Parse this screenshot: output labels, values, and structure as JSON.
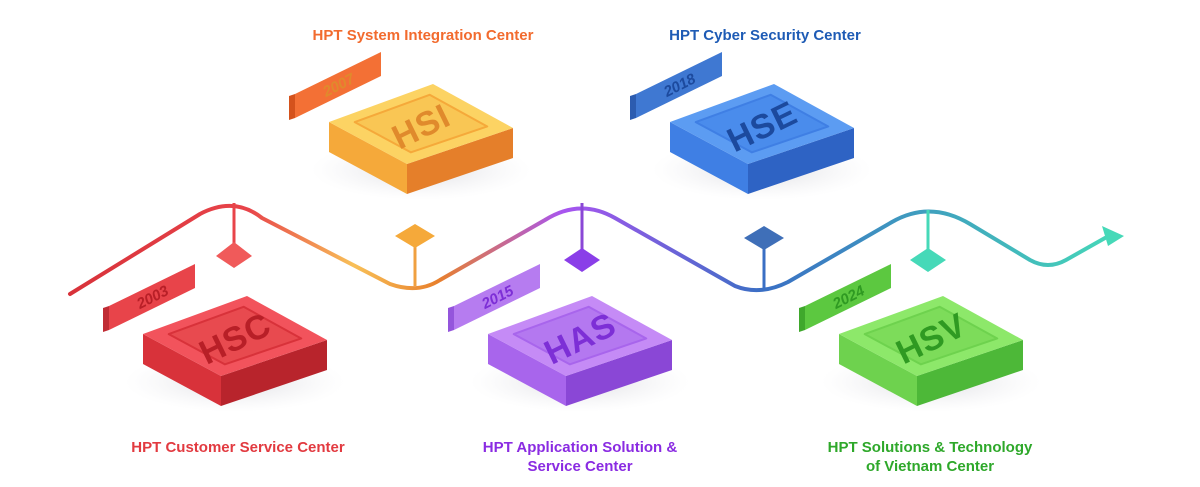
{
  "centers": [
    {
      "id": "hsc",
      "code": "HSC",
      "year": "2003",
      "name_lines": [
        "HPT Customer Service Center"
      ],
      "colors": {
        "top": "#f2535c",
        "top_inner": "#e84a4f",
        "front": "#d8323a",
        "side": "#b8242c",
        "tag": "#e8444a",
        "tag_side": "#c02c34",
        "text": "#b81f27",
        "label": "#e23a40"
      }
    },
    {
      "id": "hsi",
      "code": "HSI",
      "year": "2007",
      "name_lines": [
        "HPT System Integration Center"
      ],
      "colors": {
        "top": "#fcd363",
        "top_inner": "#f9c654",
        "front": "#f5a93a",
        "side": "#e57f2a",
        "tag": "#f37035",
        "tag_side": "#d4521c",
        "text": "#e08a2c",
        "label": "#f26b2e"
      }
    },
    {
      "id": "has",
      "code": "HAS",
      "year": "2015",
      "name_lines": [
        "HPT Application Solution &",
        "Service Center"
      ],
      "colors": {
        "top": "#c58bf6",
        "top_inner": "#b478f0",
        "front": "#a865ec",
        "side": "#8a47d6",
        "tag": "#b67cf0",
        "tag_side": "#9455dc",
        "text": "#7d2fd6",
        "label": "#8a2be2"
      }
    },
    {
      "id": "hse",
      "code": "HSE",
      "year": "2018",
      "name_lines": [
        "HPT Cyber Security Center"
      ],
      "colors": {
        "top": "#5c9cf2",
        "top_inner": "#4a8cec",
        "front": "#3f7fe4",
        "side": "#2e63c4",
        "tag": "#3f78d2",
        "tag_side": "#2c5cb0",
        "text": "#1c4a9e",
        "label": "#1e5bb5"
      }
    },
    {
      "id": "hsv",
      "code": "HSV",
      "year": "2024",
      "name_lines": [
        "HPT Solutions & Technology",
        "of Vietnam Center"
      ],
      "colors": {
        "top": "#8de86a",
        "top_inner": "#7ddc5a",
        "front": "#6ed24e",
        "side": "#4db838",
        "tag": "#5cc840",
        "tag_side": "#3fa82c",
        "text": "#2f9a22",
        "label": "#2ea82a"
      }
    }
  ],
  "timeline": {
    "gradient_colors": [
      "#d8323a",
      "#f8c058",
      "#a855f0",
      "#3a6fc4",
      "#46d9b8"
    ],
    "arrow_color": "#46d9b8"
  }
}
